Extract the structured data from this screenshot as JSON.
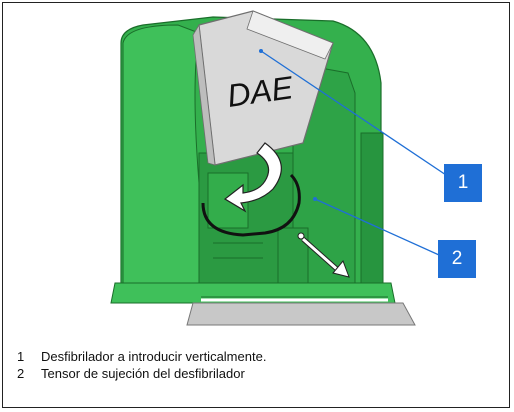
{
  "illustration": {
    "device_label": "DAE",
    "colors": {
      "cabinet_green": "#34b04d",
      "cabinet_dark": "#1f8a35",
      "device_gray": "#d9d9d9",
      "callout_line": "#1f6fd6",
      "callout_badge": "#1f6fd6",
      "arrow_fill": "#ffffff",
      "strap": "#111111"
    }
  },
  "callouts": [
    {
      "number": "1",
      "text": "Desfibrilador a introducir verticalmente."
    },
    {
      "number": "2",
      "text": "Tensor de sujeción del desfibrilador"
    }
  ]
}
